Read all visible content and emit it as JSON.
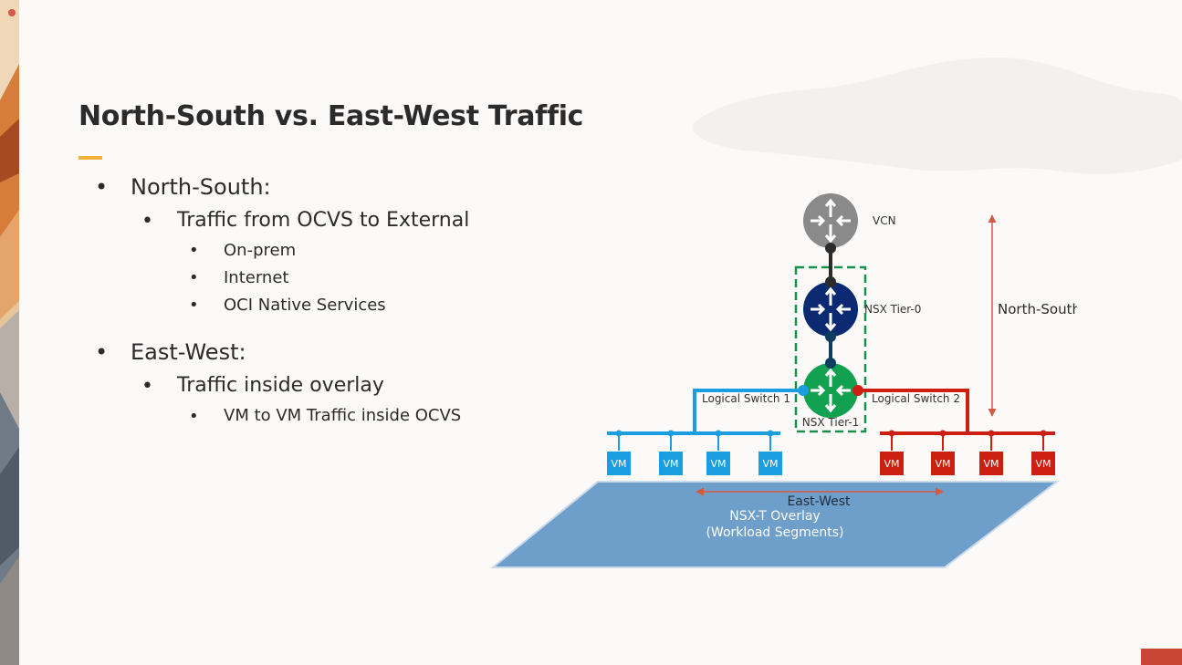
{
  "slide": {
    "title": "North-South vs. East-West Traffic",
    "bullets": [
      {
        "text": "North-South:",
        "level": 1
      },
      {
        "text": "Traffic from OCVS to External",
        "level": 2
      },
      {
        "text": "On-prem",
        "level": 3
      },
      {
        "text": "Internet",
        "level": 3
      },
      {
        "text": "OCI Native Services",
        "level": 3
      },
      {
        "text": "East-West:",
        "level": 1
      },
      {
        "text": "Traffic inside overlay",
        "level": 2
      },
      {
        "text": "VM to VM Traffic inside OCVS",
        "level": 3
      }
    ],
    "bullet_glyph": "•"
  },
  "diagram": {
    "routers": {
      "vcn": "VCN",
      "tier0": "NSX Tier-0",
      "tier1": "NSX Tier-1"
    },
    "switches": {
      "left": "Logical Switch 1",
      "right": "Logical Switch 2"
    },
    "vm_label": "VM",
    "north_south_label": "North-South",
    "east_west_label": "East-West",
    "overlay_line1": "NSX-T Overlay",
    "overlay_line2": "(Workload Segments)",
    "colors": {
      "blue_switch": "#1a9ee0",
      "red_switch": "#cc1f12",
      "vcn_router": "#8a8a8a",
      "tier0_router": "#0c2a72",
      "tier1_router": "#12a150",
      "dashed_box": "#14914a",
      "overlay": "#6e9fcb",
      "arrow": "#d45a44"
    },
    "icons": [
      "router-icon"
    ]
  }
}
